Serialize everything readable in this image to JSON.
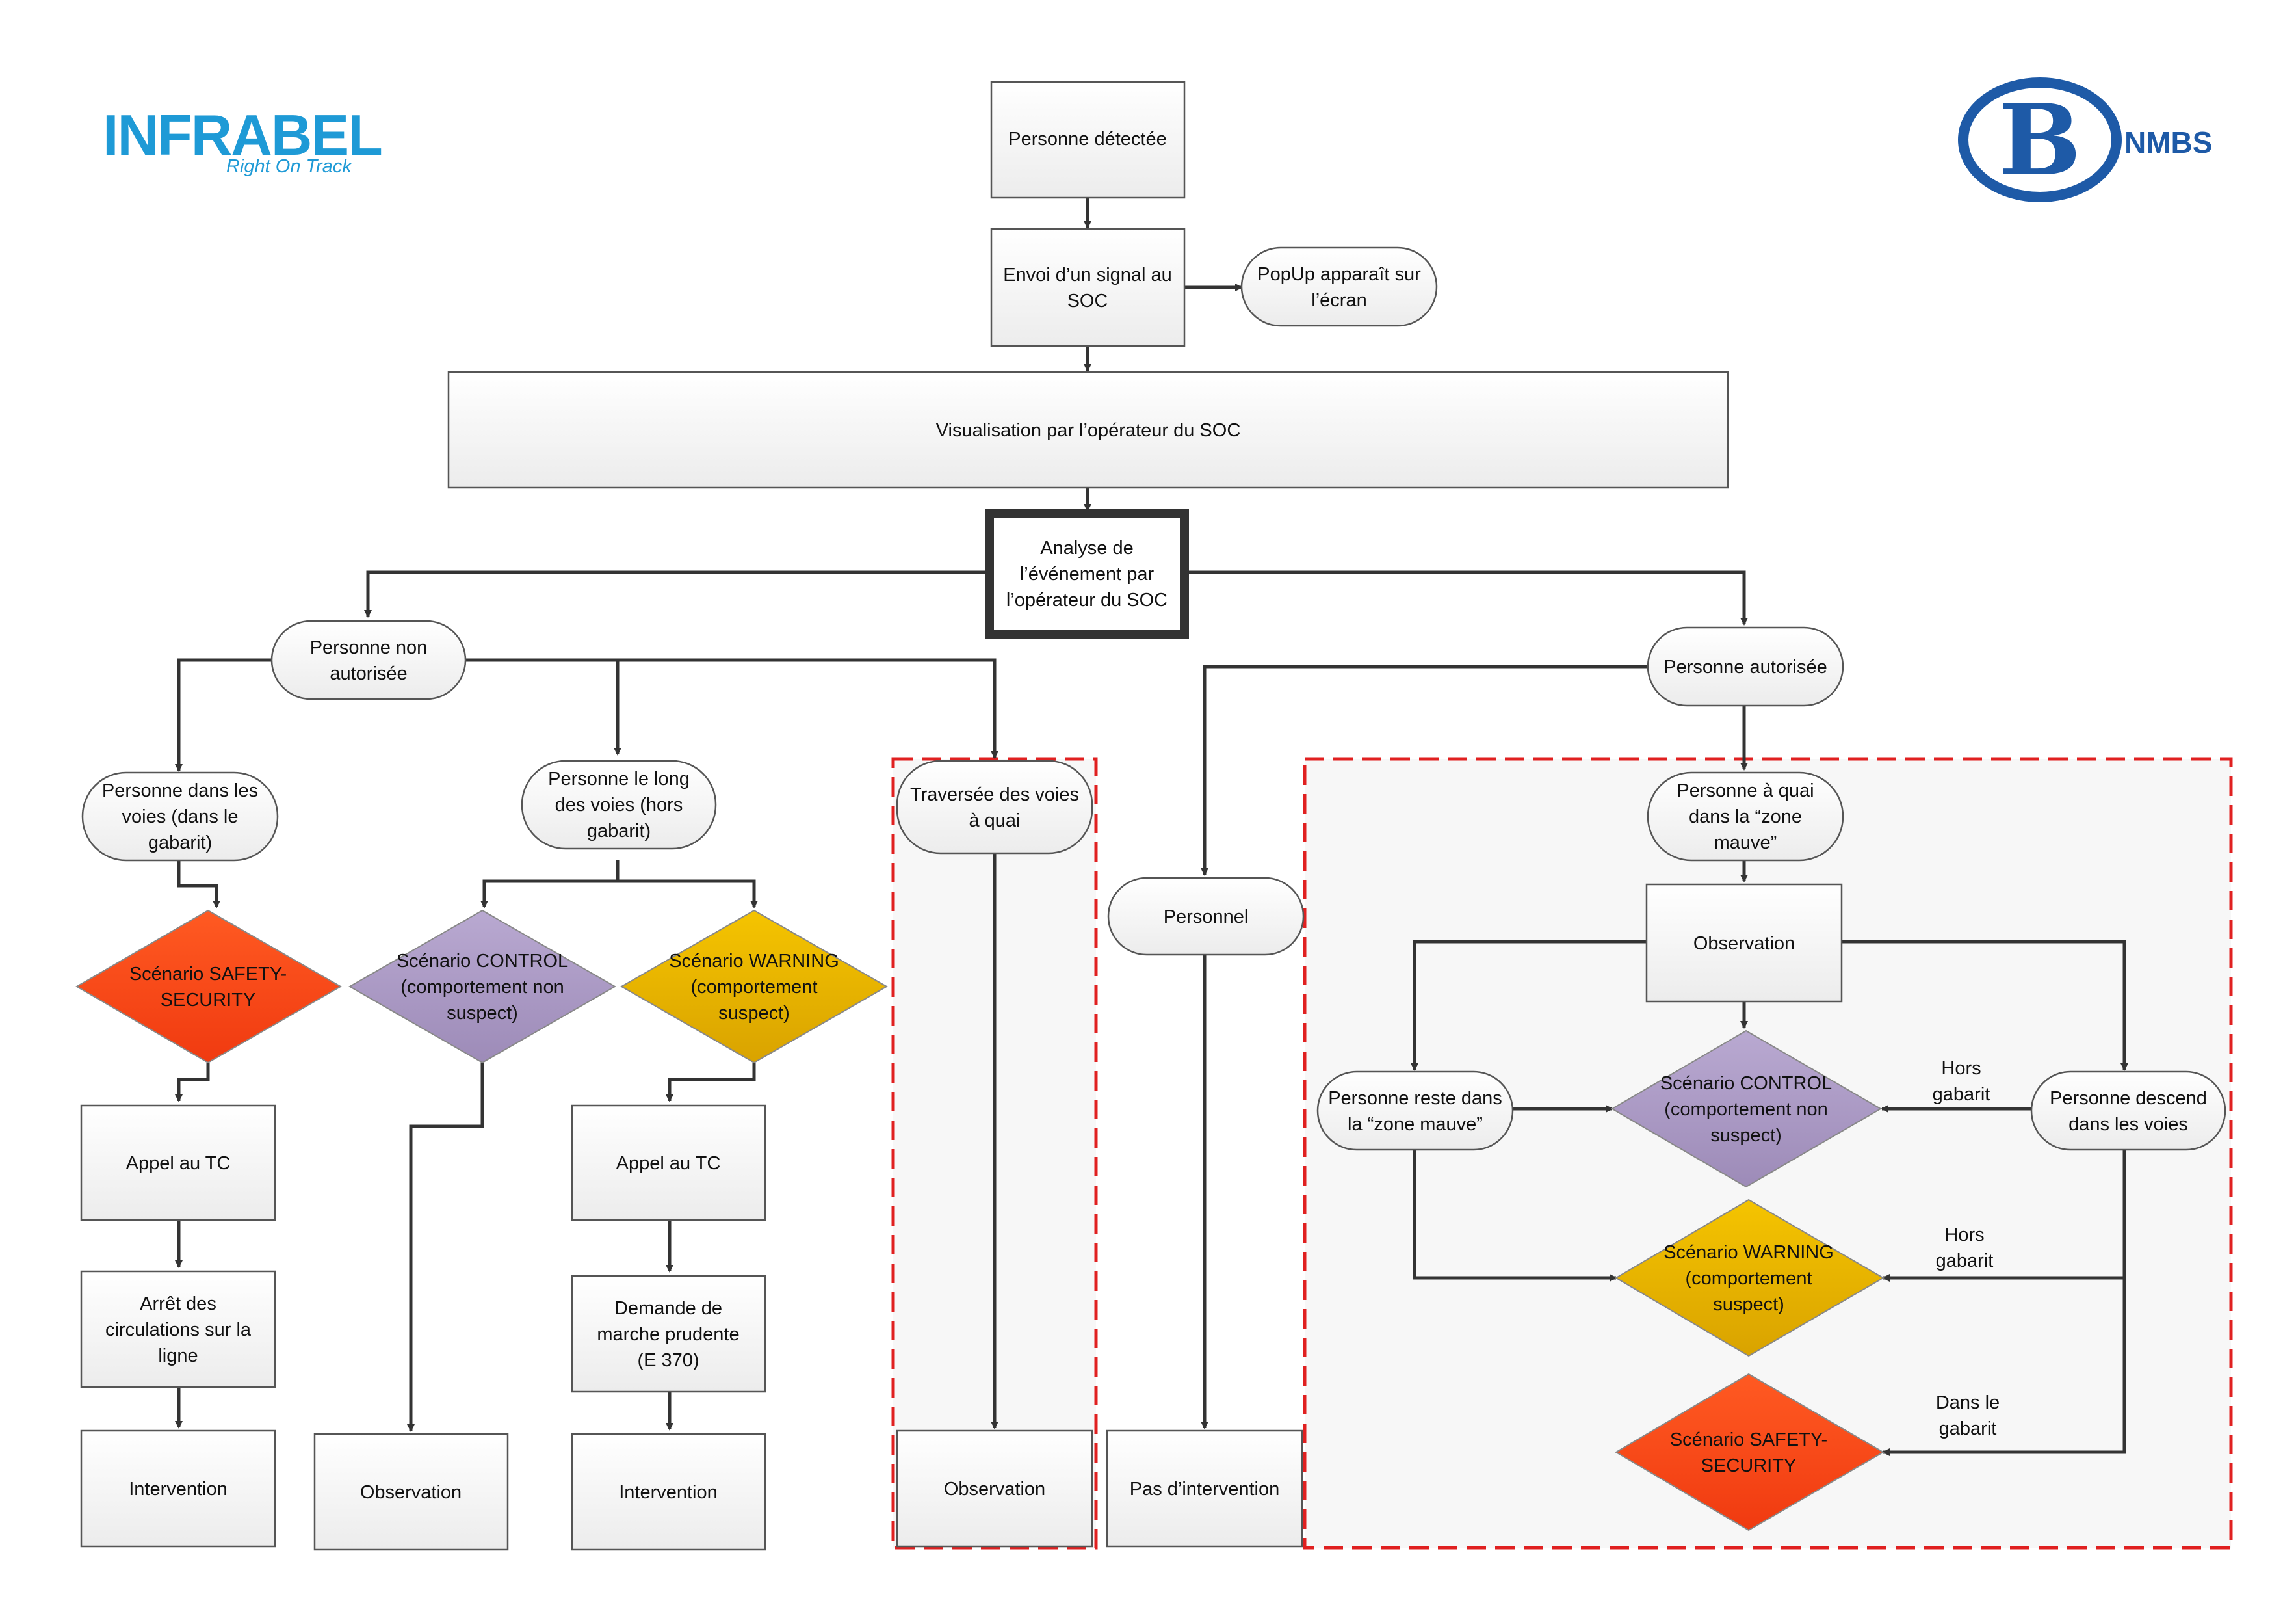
{
  "logos": {
    "infrabel": {
      "name": "INFRABEL",
      "tagline": "Right On Track"
    },
    "nmbs": {
      "name": "NMBS",
      "letter": "B"
    }
  },
  "nodes": {
    "personne_detectee": "Personne détectée",
    "envoi_signal": [
      "Envoi d’un signal au",
      "SOC"
    ],
    "popup": [
      "PopUp apparaît sur",
      "l’écran"
    ],
    "visualisation": "Visualisation par l’opérateur du SOC",
    "analyse": [
      "Analyse de",
      "l’événement par",
      "l’opérateur du SOC"
    ],
    "personne_non_autorisee": [
      "Personne non",
      "autorisée"
    ],
    "personne_autorisee": "Personne autorisée",
    "personne_dans_voies": [
      "Personne dans les",
      "voies (dans le",
      "gabarit)"
    ],
    "personne_long_voies": [
      "Personne le long",
      "des voies (hors",
      "gabarit)"
    ],
    "traversee_voies": [
      "Traversée des voies",
      "à quai"
    ],
    "personnel": "Personnel",
    "personne_quai": [
      "Personne à quai",
      "dans la “zone",
      "mauve”"
    ],
    "scenario_safety_left": [
      "Scénario SAFETY-",
      "SECURITY"
    ],
    "scenario_control_left": [
      "Scénario CONTROL",
      "(comportement non",
      "suspect)"
    ],
    "scenario_warning_left": [
      "Scénario WARNING",
      "(comportement",
      "suspect)"
    ],
    "appel_tc_1": "Appel au TC",
    "appel_tc_2": "Appel au TC",
    "arret_circulations": [
      "Arrêt des",
      "circulations sur la",
      "ligne"
    ],
    "demande_marche": [
      "Demande de",
      "marche prudente",
      "(E 370)"
    ],
    "intervention_1": "Intervention",
    "observation_1": "Observation",
    "intervention_2": "Intervention",
    "observation_2": "Observation",
    "pas_intervention": "Pas d’intervention",
    "observation_right": "Observation",
    "personne_reste": [
      "Personne reste dans",
      "la “zone mauve”"
    ],
    "personne_descend": [
      "Personne descend",
      "dans les voies"
    ],
    "scenario_control_right": [
      "Scénario CONTROL",
      "(comportement non",
      "suspect)"
    ],
    "scenario_warning_right": [
      "Scénario WARNING",
      "(comportement",
      "suspect)"
    ],
    "scenario_safety_right": [
      "Scénario SAFETY-",
      "SECURITY"
    ]
  },
  "edge_labels": {
    "hors_gabarit_1": [
      "Hors",
      "gabarit"
    ],
    "hors_gabarit_2": [
      "Hors",
      "gabarit"
    ],
    "dans_gabarit": [
      "Dans le",
      "gabarit"
    ]
  },
  "colors": {
    "box_fill": "#f5f5f5",
    "box_stroke": "#555555",
    "safety": "#ff4a1c",
    "control": "#ab9ac4",
    "warning": "#e8b000",
    "dashed_frame": "#e02020",
    "line": "#333333"
  }
}
